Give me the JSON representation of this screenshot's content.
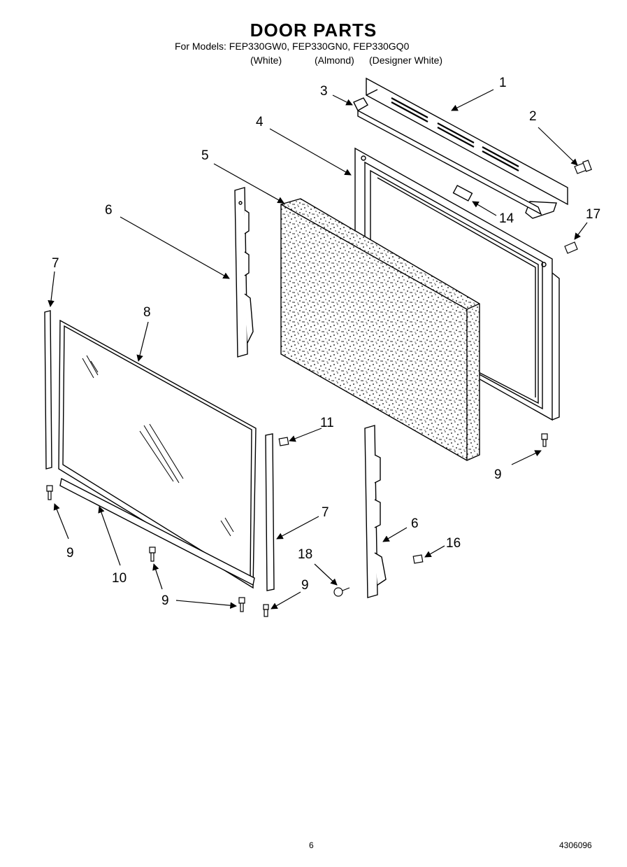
{
  "header": {
    "title": "DOOR PARTS",
    "models_line": "For Models: FEP330GW0, FEP330GN0, FEP330GQ0",
    "color_white": "(White)",
    "color_almond": "(Almond)",
    "color_designer": "(Designer White)"
  },
  "callouts": [
    "1",
    "2",
    "3",
    "4",
    "5",
    "6",
    "7",
    "8",
    "9",
    "10",
    "11",
    "14",
    "16",
    "17",
    "18"
  ],
  "footer": {
    "page_number": "6",
    "doc_number": "4306096"
  }
}
